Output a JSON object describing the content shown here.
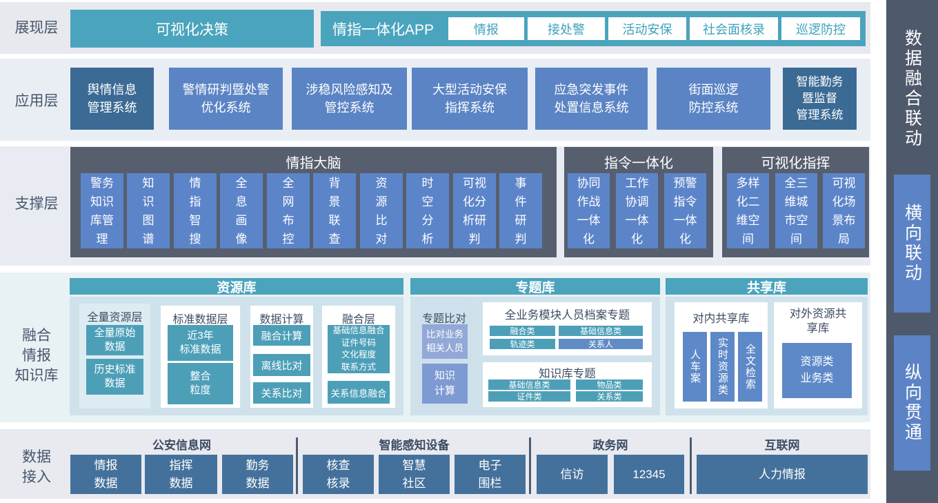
{
  "rows": {
    "presentation": "展现层",
    "application": "应用层",
    "support": "支撑层",
    "knowledge": "融合\n情报\n知识库",
    "access": "数据\n接入"
  },
  "presentation": {
    "decision": "可视化决策",
    "app_title": "情指一体化APP",
    "app_buttons": [
      "情报",
      "接处警",
      "活动安保",
      "社会面核录",
      "巡逻防控"
    ]
  },
  "application": {
    "systems": [
      {
        "text": "舆情信息\n管理系统",
        "variant": "dark"
      },
      {
        "text": "警情研判暨处警\n优化系统"
      },
      {
        "text": "涉稳风险感知及\n管控系统"
      },
      {
        "text": "大型活动安保\n指挥系统"
      },
      {
        "text": "应急突发事件\n处置信息系统"
      },
      {
        "text": "街面巡逻\n防控系统"
      },
      {
        "text": "智能勤务\n暨监督\n管理系统",
        "variant": "dark"
      }
    ]
  },
  "support": {
    "panels": [
      {
        "title": "情指大脑",
        "items": [
          "警务\n知识\n库管\n理",
          "知\n识\n图\n谱",
          "情\n指\n智\n搜",
          "全\n息\n画\n像",
          "全\n网\n布\n控",
          "背\n景\n联\n查",
          "资\n源\n比\n对",
          "时\n空\n分\n析",
          "可视\n化分\n析研\n判",
          "事\n件\n研\n判"
        ]
      },
      {
        "title": "指令一体化",
        "items": [
          "协同\n作战\n一体\n化",
          "工作\n协调\n一体\n化",
          "预警\n指令\n一体\n化"
        ]
      },
      {
        "title": "可视化指挥",
        "items": [
          "多样\n化二\n维空\n间",
          "全三\n维城\n市空\n间",
          "可视\n化场\n景布\n局"
        ]
      }
    ]
  },
  "knowledge": {
    "resource": {
      "header": "资源库",
      "col1": {
        "title": "全量资源层",
        "box1": "全量原始\n数据",
        "box2": "历史标准\n数据"
      },
      "col2": {
        "title": "标准数据层",
        "box1": "近3年\n标准数据",
        "box2": "整合\n粒度"
      },
      "col3": {
        "title": "数据计算",
        "box1": "融合计算",
        "box2": "离线比对",
        "box3": "关系比对"
      },
      "col4": {
        "title": "融合层",
        "box1": "基础信息融合\n证件号码\n文化程度\n联系方式",
        "box2": "关系信息融合"
      }
    },
    "topic": {
      "header": "专题库",
      "compare": {
        "title": "专题比对",
        "box1": "比对业务\n相关人员",
        "box2": "知识\n计算"
      },
      "panel1": {
        "title": "全业务模块人员档案专题",
        "pills": [
          {
            "text": "融合类"
          },
          {
            "text": "基础信息类"
          },
          {
            "text": "轨迹类"
          },
          {
            "text": "关系人",
            "variant": "blue"
          }
        ]
      },
      "panel2": {
        "title": "知识库专题",
        "pills": [
          {
            "text": "基础信息类"
          },
          {
            "text": "物品类"
          },
          {
            "text": "证件类"
          },
          {
            "text": "关系类"
          }
        ]
      }
    },
    "share": {
      "header": "共享库",
      "internal": {
        "title": "对内共享库",
        "boxes": [
          "人车案",
          "实时资源类",
          "全文检索"
        ]
      },
      "external": {
        "title": "对外资源共\n享库",
        "box": "资源类\n业务类"
      }
    }
  },
  "access": {
    "groups": [
      {
        "title": "公安信息网",
        "boxes": [
          "情报\n数据",
          "指挥\n数据",
          "勤务\n数据"
        ]
      },
      {
        "title": "智能感知设备",
        "boxes": [
          "核查\n核录",
          "智慧\n社区",
          "电子\n围栏"
        ]
      },
      {
        "title": "政务网",
        "boxes": [
          "信访",
          "12345"
        ]
      },
      {
        "title": "互联网",
        "boxes": [
          "人力情报"
        ]
      }
    ]
  },
  "sidebar": {
    "top": "数据融合联动",
    "boxes": [
      "横向联动",
      "纵向贯通"
    ]
  }
}
